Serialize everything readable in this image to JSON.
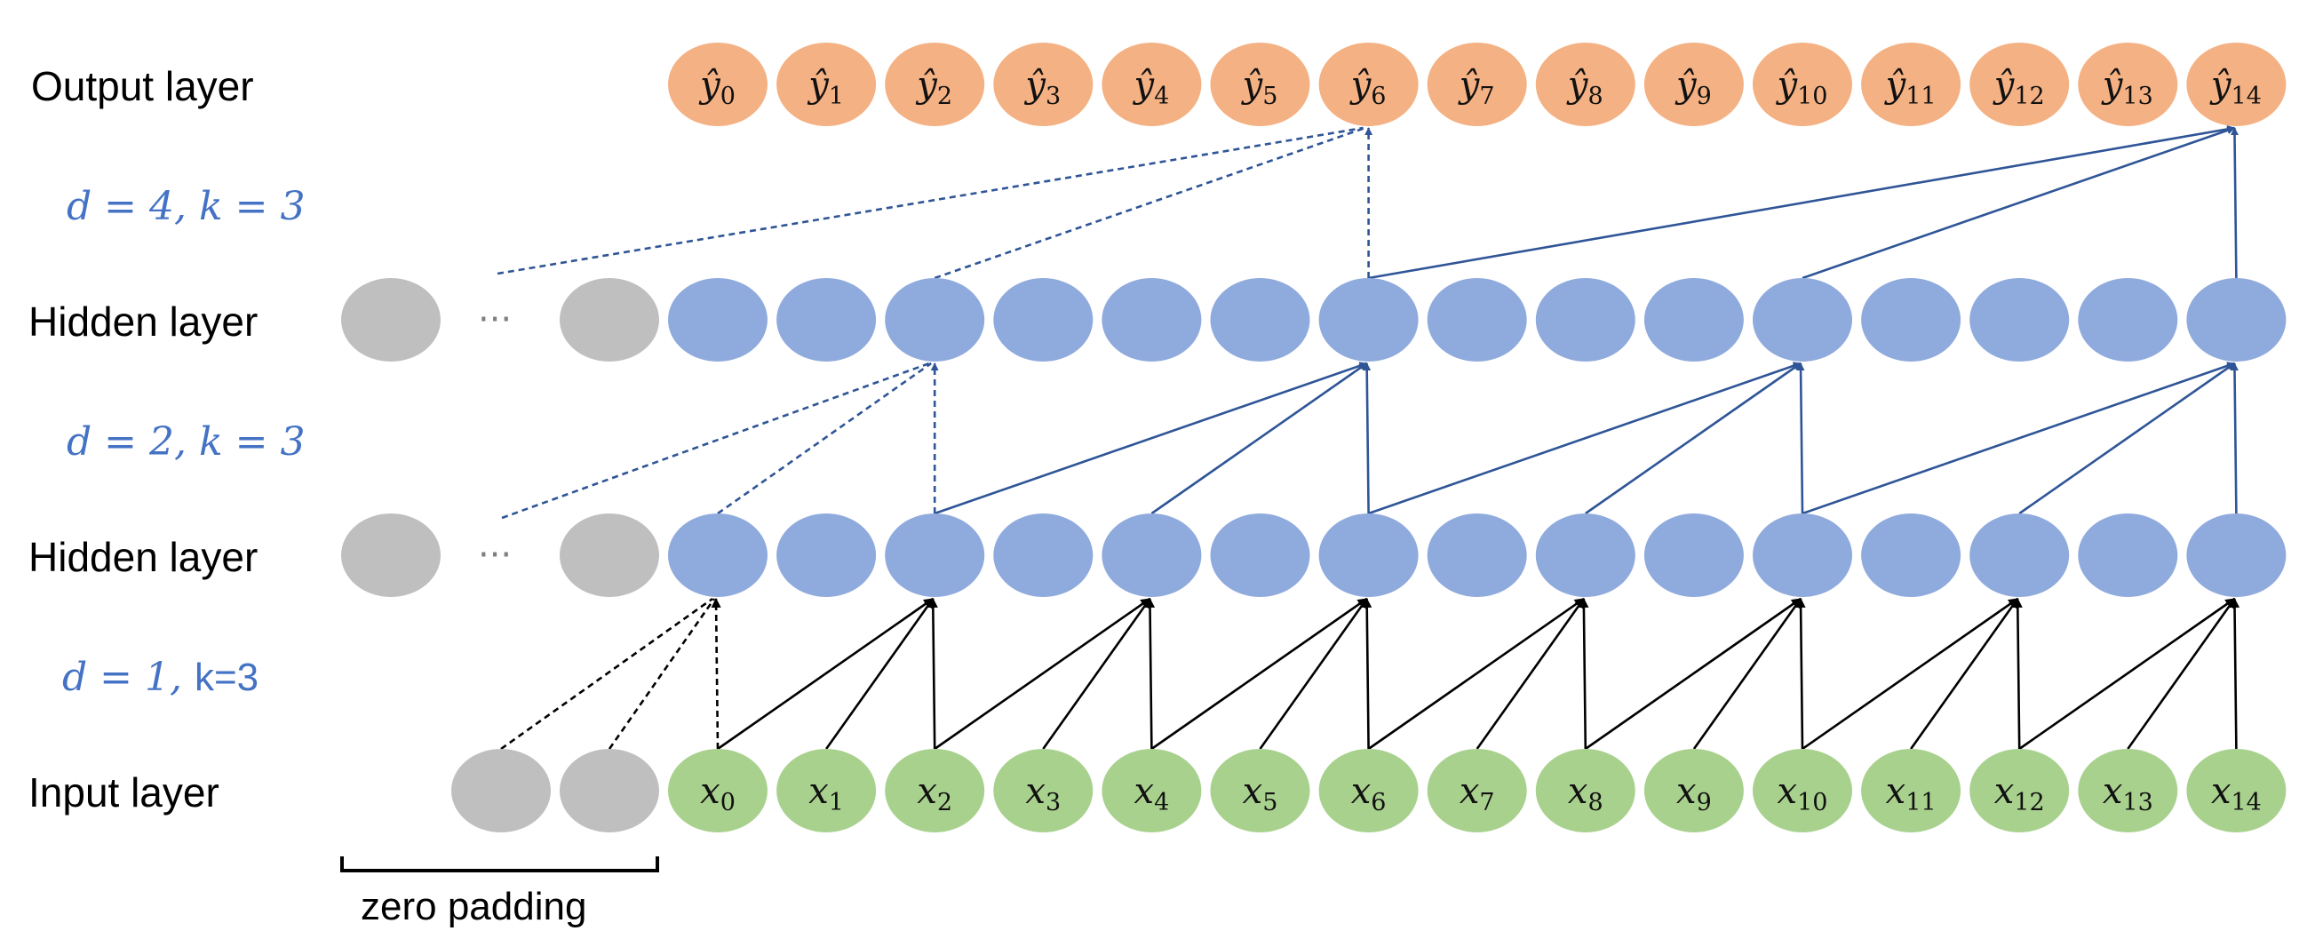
{
  "layers": {
    "output": "Output layer",
    "hidden2": "Hidden layer",
    "hidden1": "Hidden layer",
    "input": "Input layer"
  },
  "dilations": [
    {
      "prefix": "d = 4, k = 3",
      "suffix": ""
    },
    {
      "prefix": "d = 2, k = 3",
      "suffix": ""
    },
    {
      "prefix": "d = 1, ",
      "suffix": "k=3"
    }
  ],
  "ellipsis": "···",
  "zero_padding_label": "zero padding",
  "output_nodes": [
    {
      "base": "ŷ",
      "sub": "0"
    },
    {
      "base": "ŷ",
      "sub": "1"
    },
    {
      "base": "ŷ",
      "sub": "2"
    },
    {
      "base": "ŷ",
      "sub": "3"
    },
    {
      "base": "ŷ",
      "sub": "4"
    },
    {
      "base": "ŷ",
      "sub": "5"
    },
    {
      "base": "ŷ",
      "sub": "6"
    },
    {
      "base": "ŷ",
      "sub": "7"
    },
    {
      "base": "ŷ",
      "sub": "8"
    },
    {
      "base": "ŷ",
      "sub": "9"
    },
    {
      "base": "ŷ",
      "sub": "10"
    },
    {
      "base": "ŷ",
      "sub": "11"
    },
    {
      "base": "ŷ",
      "sub": "12"
    },
    {
      "base": "ŷ",
      "sub": "13"
    },
    {
      "base": "ŷ",
      "sub": "14"
    }
  ],
  "input_nodes": [
    {
      "base": "x",
      "sub": "0"
    },
    {
      "base": "x",
      "sub": "1"
    },
    {
      "base": "x",
      "sub": "2"
    },
    {
      "base": "x",
      "sub": "3"
    },
    {
      "base": "x",
      "sub": "4"
    },
    {
      "base": "x",
      "sub": "5"
    },
    {
      "base": "x",
      "sub": "6"
    },
    {
      "base": "x",
      "sub": "7"
    },
    {
      "base": "x",
      "sub": "8"
    },
    {
      "base": "x",
      "sub": "9"
    },
    {
      "base": "x",
      "sub": "10"
    },
    {
      "base": "x",
      "sub": "11"
    },
    {
      "base": "x",
      "sub": "12"
    },
    {
      "base": "x",
      "sub": "13"
    },
    {
      "base": "x",
      "sub": "14"
    }
  ],
  "colors": {
    "output_node": "#F4B183",
    "hidden_node": "#8FAADC",
    "input_node": "#A9D18E",
    "padding_node": "#BFBFBF",
    "blue_edge": "#2F5597",
    "black_edge": "#000000",
    "dilation_text": "#4472C4"
  }
}
